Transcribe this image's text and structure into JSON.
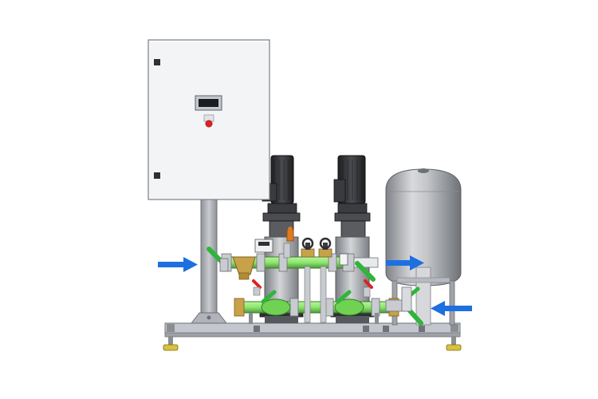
{
  "scene": {
    "background": "#ffffff",
    "colors": {
      "cabinet_fill": "#f3f4f6",
      "cabinet_edge": "#7d8087",
      "frame_steel": "#b9bcc3",
      "motor_dark": "#2f3033",
      "pump_body": "#a9acb2",
      "pipe_green": "#8ee56e",
      "pipe_green_dark": "#4e9a3a",
      "valve_handle_green": "#2fb53a",
      "brass": "#c8a24a",
      "tank_steel": "#a7a9ad",
      "flow_arrow_blue": "#1e6fe0",
      "indicator_red": "#e02020",
      "foot_yellow": "#d7c23a"
    },
    "flow_arrows": [
      {
        "name": "inlet-flow-arrow",
        "direction": "right"
      },
      {
        "name": "outlet-flow-arrow",
        "direction": "right"
      },
      {
        "name": "return-flow-arrow",
        "direction": "left"
      }
    ]
  }
}
